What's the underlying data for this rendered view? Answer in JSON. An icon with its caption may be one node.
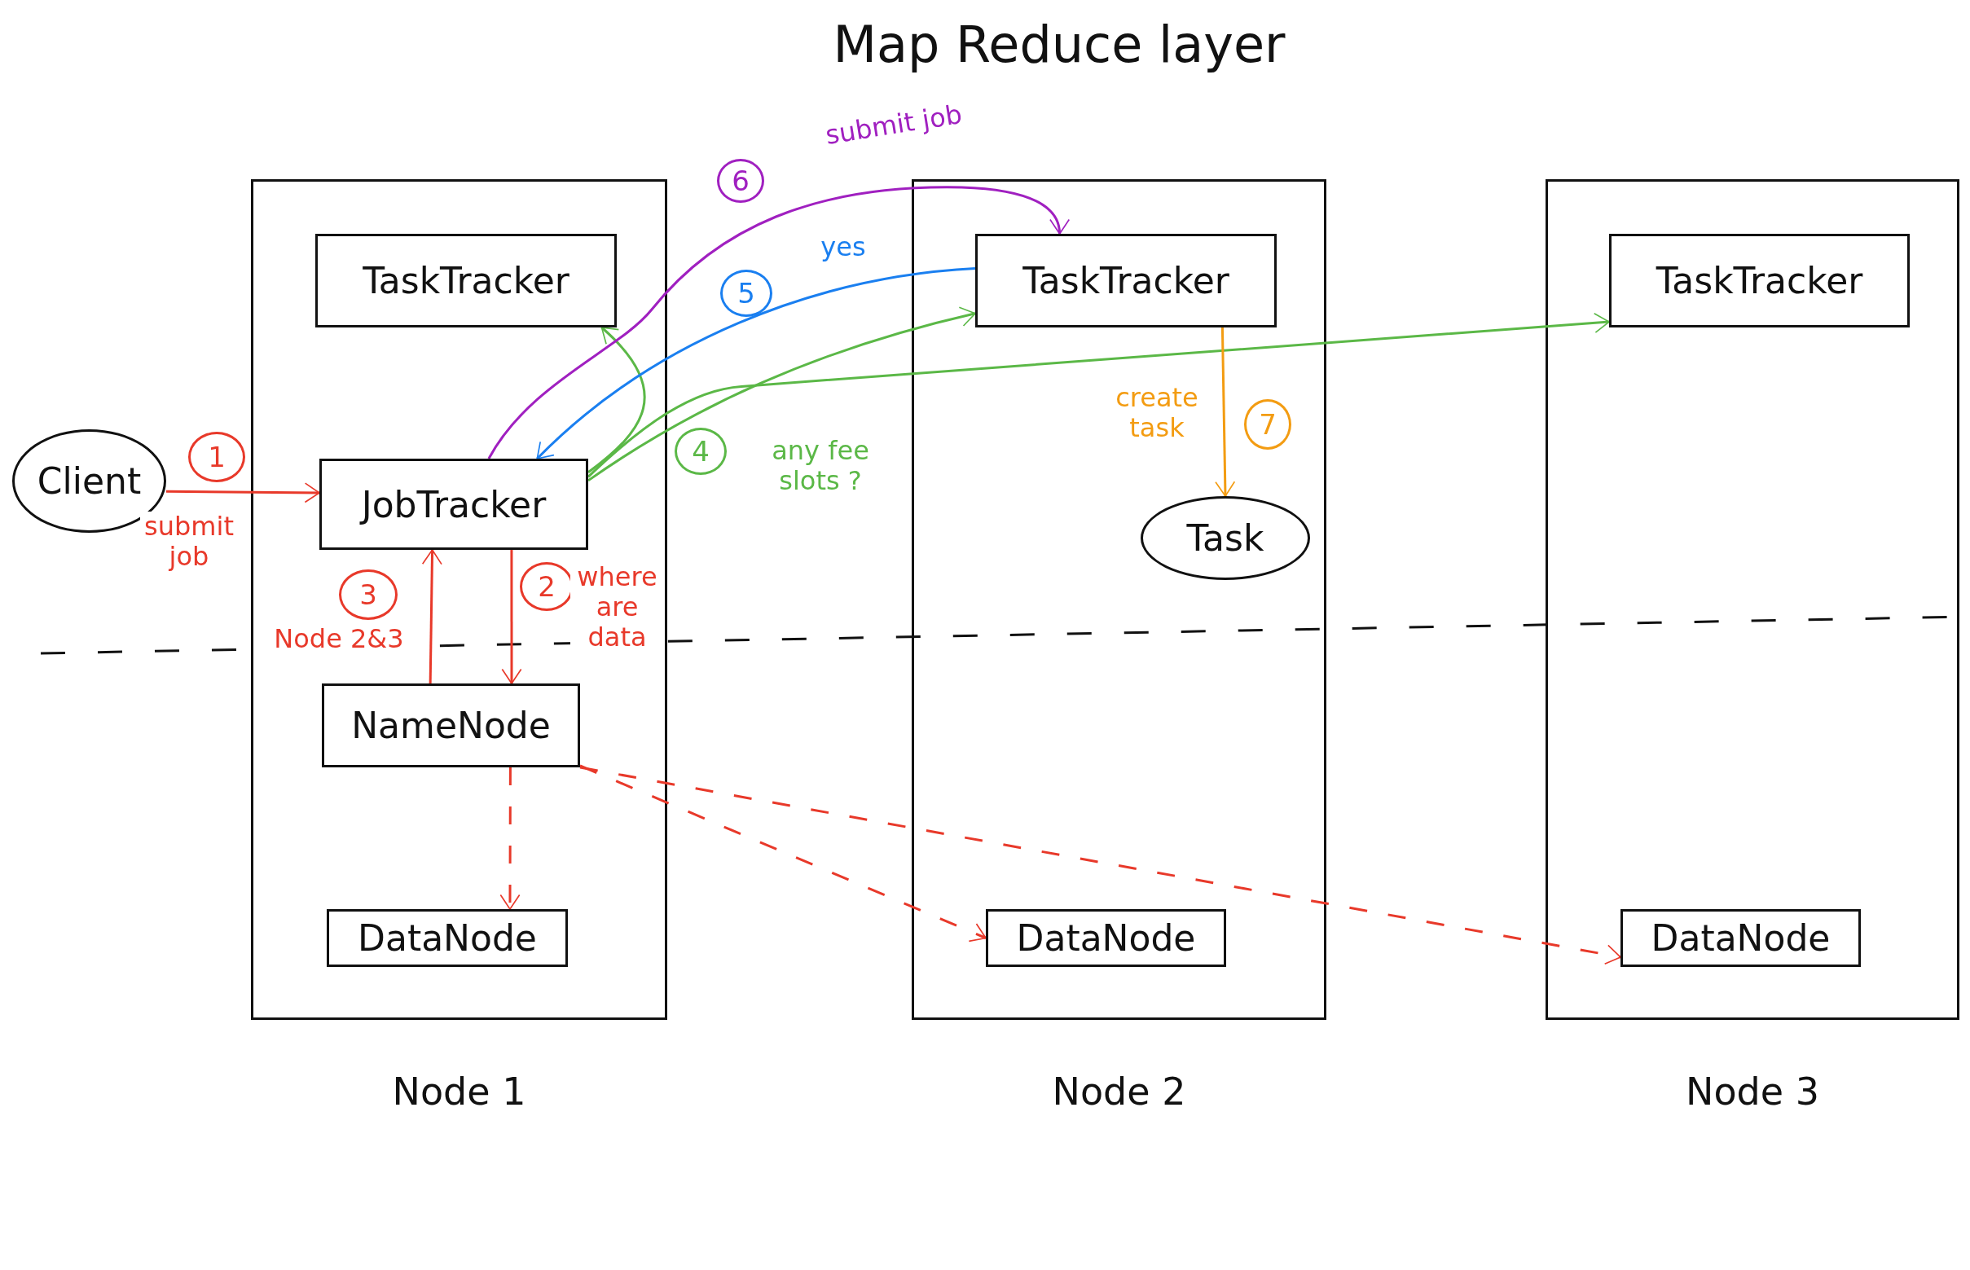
{
  "diagram": {
    "nodes": [
      {
        "text": [
          "Node 1"
        ]
      },
      {
        "text": [
          "TaskTracker"
        ],
        "in": 0
      },
      {
        "text": [
          "JobTracker"
        ],
        "in": 0
      },
      {
        "text": [
          "NameNode"
        ],
        "in": 0
      },
      {
        "text": [
          "DataNode"
        ],
        "in": 0
      },
      {
        "text": [
          "Node 2"
        ]
      },
      {
        "text": [
          "TaskTracker"
        ],
        "in": 5
      },
      {
        "text": [
          "Task"
        ],
        "in": 5
      },
      {
        "text": [
          "DataNode"
        ],
        "in": 5
      },
      {
        "text": [
          "Node 3"
        ]
      },
      {
        "text": [
          "TaskTracker"
        ],
        "in": 9
      },
      {
        "text": [
          "DataNode"
        ],
        "in": 9
      },
      {
        "text": [
          "Client"
        ]
      },
      {
        "text": [
          "1"
        ]
      },
      {
        "text": [
          "2"
        ],
        "in": 0
      },
      {
        "text": [
          "3"
        ],
        "in": 0
      },
      {
        "text": [
          "4"
        ]
      },
      {
        "text": [
          "5"
        ]
      },
      {
        "text": [
          "6"
        ]
      },
      {
        "text": [
          "7"
        ],
        "in": 5
      }
    ],
    "edges": [
      {
        "from": 12,
        "to": 2,
        "arrow": "to",
        "label": "submit job",
        "color": "#e8392a"
      },
      {
        "from": 2,
        "to": 3,
        "arrow": "to",
        "label": "where are data",
        "color": "#e8392a"
      },
      {
        "from": 3,
        "to": 2,
        "arrow": "to",
        "label": "Node 2&3",
        "color": "#e8392a"
      },
      {
        "from": 2,
        "to": 6,
        "arrow": "to",
        "label": "any fee slots ?",
        "color": "#5bb847"
      },
      {
        "from": 2,
        "to": 1,
        "arrow": "to",
        "color": "#5bb847"
      },
      {
        "from": 2,
        "to": 10,
        "arrow": "to",
        "color": "#5bb847"
      },
      {
        "from": 6,
        "to": 2,
        "arrow": "to",
        "label": "yes",
        "color": "#1a7ff0"
      },
      {
        "from": 2,
        "to": 6,
        "arrow": "to",
        "label": "submit job",
        "color": "#a020c0"
      },
      {
        "from": 6,
        "to": 7,
        "arrow": "to",
        "label": "create task",
        "color": "#f39c12"
      },
      {
        "from": 3,
        "to": 4,
        "arrow": "to",
        "style": "dashed",
        "color": "#e8392a"
      },
      {
        "from": 3,
        "to": 8,
        "arrow": "to",
        "style": "dashed",
        "color": "#e8392a"
      },
      {
        "from": 3,
        "to": 11,
        "arrow": "to",
        "style": "dashed",
        "color": "#e8392a"
      }
    ],
    "labels": [
      "Map Reduce layer"
    ]
  }
}
